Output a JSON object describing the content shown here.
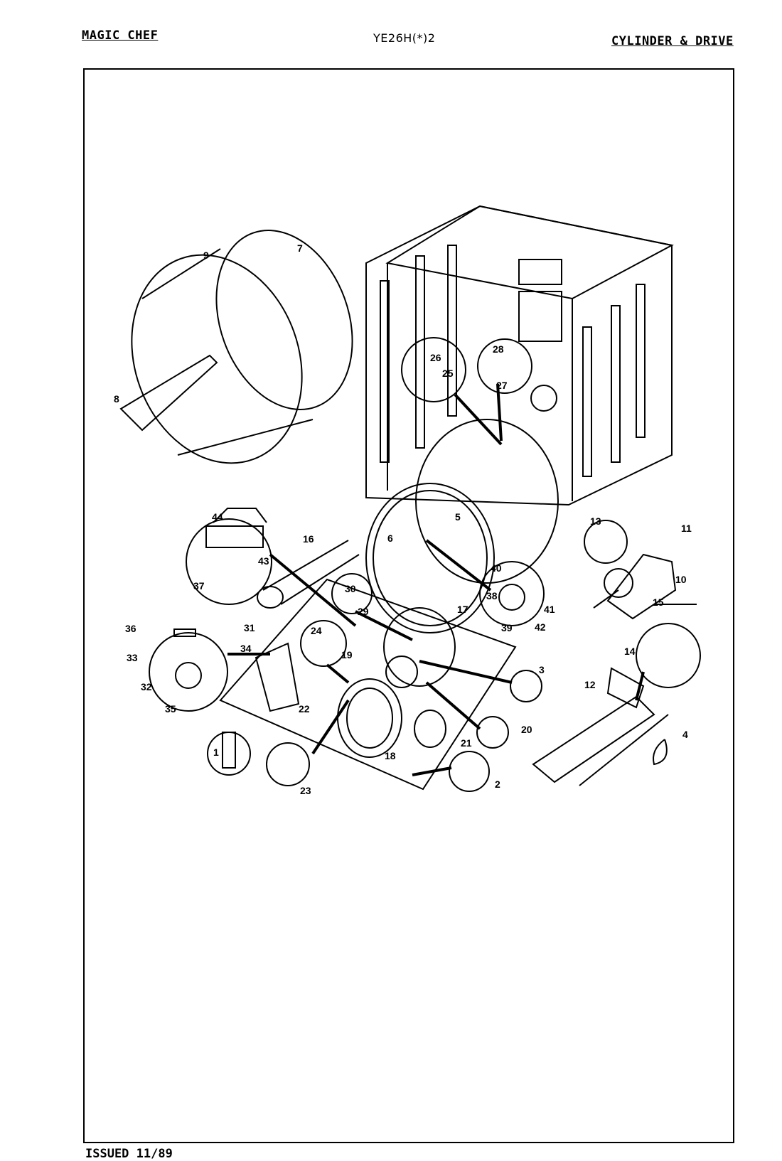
{
  "header": {
    "brand": "MAGIC CHEF",
    "model": "YE26H(*)2",
    "section": "CYLINDER & DRIVE"
  },
  "footer": {
    "issued": "ISSUED 11/89"
  },
  "callouts": [
    "1",
    "2",
    "3",
    "4",
    "5",
    "6",
    "7",
    "8",
    "9",
    "10",
    "11",
    "12",
    "13",
    "14",
    "15",
    "16",
    "17",
    "18",
    "19",
    "20",
    "21",
    "22",
    "23",
    "24",
    "25",
    "26",
    "27",
    "28",
    "29",
    "30",
    "31",
    "32",
    "33",
    "34",
    "35",
    "36",
    "37",
    "38",
    "39",
    "40",
    "41",
    "42",
    "43",
    "44"
  ]
}
